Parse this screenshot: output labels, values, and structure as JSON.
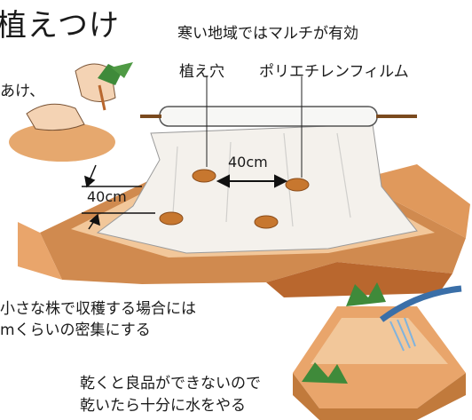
{
  "page": {
    "title": "植えつけ",
    "mulch_note": "寒い地域ではマルチが有効",
    "planting_hole_label": "植え穴",
    "film_label": "ポリエチレンフィルム",
    "hole_note": "あけ、",
    "spacing_horizontal": "40cm",
    "spacing_vertical": "40cm",
    "small_plant_note_line1": "小さな株で収穫する場合には",
    "small_plant_note_line2": "mくらいの密集にする",
    "water_note_line1": "乾くと良品ができないので",
    "water_note_line2": "乾いたら十分に水をやる"
  },
  "colors": {
    "soil_top": "#f2c79a",
    "soil_side": "#d08a4f",
    "soil_dark": "#b9672e",
    "film": "#f4f1ec",
    "leaf": "#3f8a3a",
    "hose": "#3a6fa8"
  }
}
